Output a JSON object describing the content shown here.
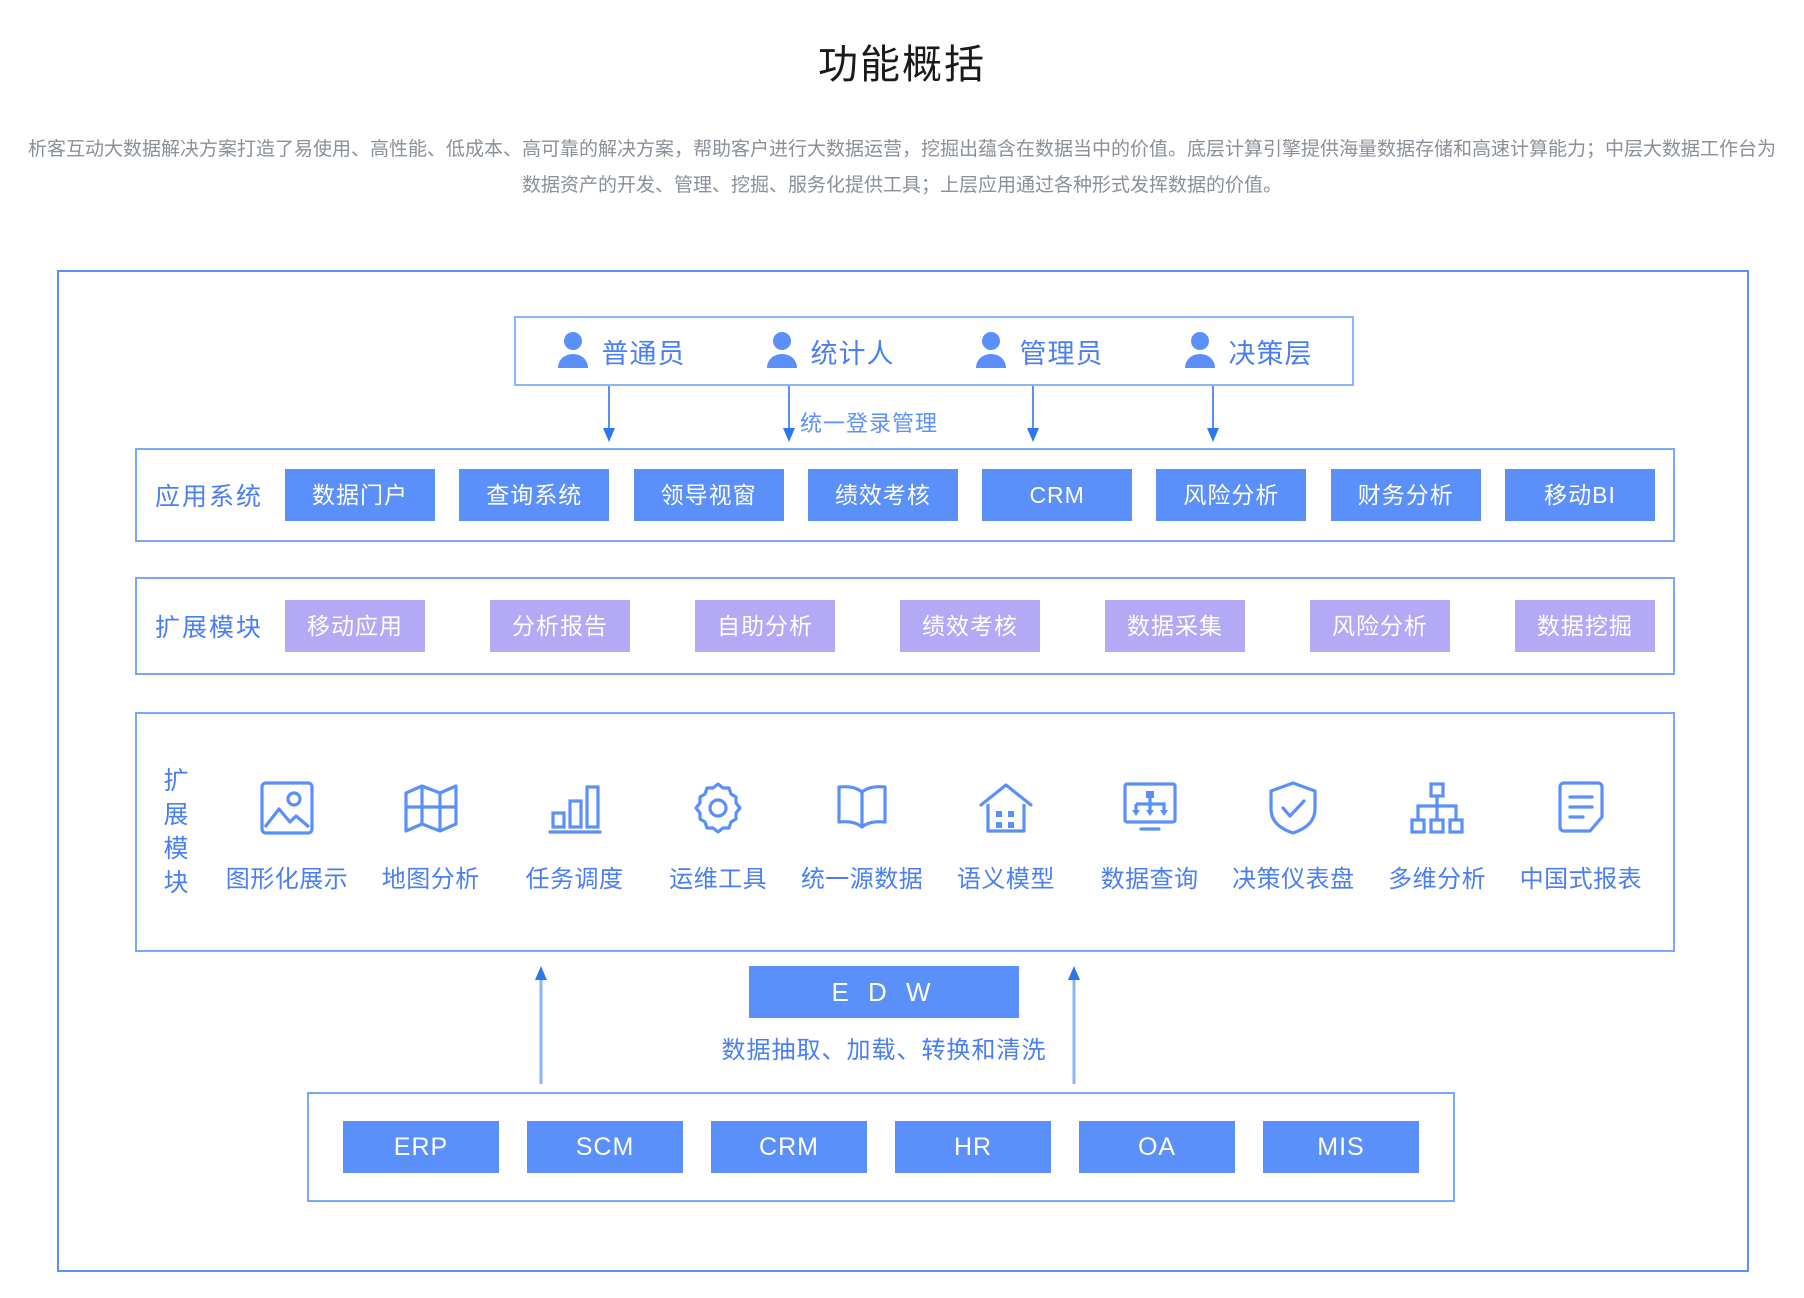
{
  "header": {
    "title": "功能概括",
    "description": "析客互动大数据解决方案打造了易使用、高性能、低成本、高可靠的解决方案，帮助客户进行大数据运营，挖掘出蕴含在数据当中的价值。底层计算引擎提供海量数据存储和高速计算能力；中层大数据工作台为数据资产的开发、管理、挖掘、服务化提供工具；上层应用通过各种形式发挥数据的价值。"
  },
  "colors": {
    "primary_blue": "#5b8ff9",
    "border_blue": "#7aa7f8",
    "text_blue": "#4a7ef5",
    "purple": "#b3a9f5",
    "desc_gray": "#8a8f99"
  },
  "roles": {
    "items": [
      {
        "label": "普通员",
        "icon": "user-icon"
      },
      {
        "label": "统计人",
        "icon": "user-icon"
      },
      {
        "label": "管理员",
        "icon": "user-icon"
      },
      {
        "label": "决策层",
        "icon": "user-icon"
      }
    ],
    "login_label": "统一登录管理"
  },
  "app_layer": {
    "title": "应用系统",
    "items": [
      "数据门户",
      "查询系统",
      "领导视窗",
      "绩效考核",
      "CRM",
      "风险分析",
      "财务分析",
      "移动BI"
    ]
  },
  "ext_layer": {
    "title": "扩展模块",
    "items": [
      "移动应用",
      "分析报告",
      "自助分析",
      "绩效考核",
      "数据采集",
      "风险分析",
      "数据挖掘"
    ]
  },
  "icon_layer": {
    "title": "扩展模块",
    "items": [
      {
        "label": "图形化展示",
        "icon": "image-icon"
      },
      {
        "label": "地图分析",
        "icon": "map-icon"
      },
      {
        "label": "任务调度",
        "icon": "bar-chart-icon"
      },
      {
        "label": "运维工具",
        "icon": "gear-icon"
      },
      {
        "label": "统一源数据",
        "icon": "open-book-icon"
      },
      {
        "label": "语义模型",
        "icon": "house-icon"
      },
      {
        "label": "数据查询",
        "icon": "monitor-flow-icon"
      },
      {
        "label": "决策仪表盘",
        "icon": "shield-check-icon"
      },
      {
        "label": "多维分析",
        "icon": "hierarchy-icon"
      },
      {
        "label": "中国式报表",
        "icon": "document-icon"
      }
    ]
  },
  "edw": {
    "label": "E D W",
    "subtitle": "数据抽取、加载、转换和清洗"
  },
  "sources": {
    "items": [
      "ERP",
      "SCM",
      "CRM",
      "HR",
      "OA",
      "MIS"
    ]
  }
}
